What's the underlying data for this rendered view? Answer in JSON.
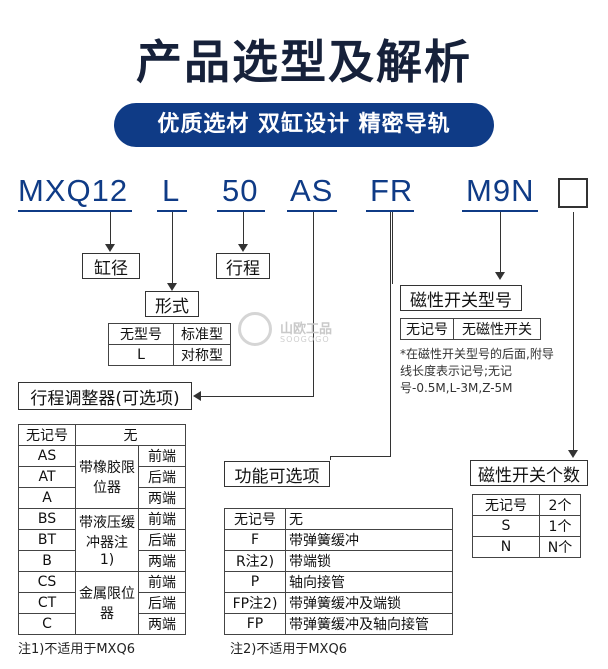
{
  "title": "产品选型及解析",
  "banner": "优质选材 双缸设计 精密导轨",
  "code": {
    "bore": "MXQ12",
    "type": "L",
    "stroke": "50",
    "adjuster": "AS",
    "function": "FR",
    "switch": "M9N"
  },
  "labels": {
    "bore": "缸径",
    "stroke": "行程",
    "type": "形式",
    "adjuster": "行程调整器(可选项)",
    "function": "功能可选项",
    "switch_model": "磁性开关型号",
    "switch_count": "磁性开关个数"
  },
  "type_table": [
    [
      "无型号",
      "标准型"
    ],
    [
      "L",
      "对称型"
    ]
  ],
  "switch_model_table": [
    [
      "无记号",
      "无磁性开关"
    ]
  ],
  "switch_note": "*在磁性开关型号的后面,附导线长度表示记号;无记号-0.5M,L-3M,Z-5M",
  "adjuster_table": {
    "none": [
      "无记号",
      "无"
    ],
    "groups": [
      {
        "name": "带橡胶限位器",
        "rows": [
          [
            "AS",
            "前端"
          ],
          [
            "AT",
            "后端"
          ],
          [
            "A",
            "两端"
          ]
        ]
      },
      {
        "name": "带液压缓冲器注1)",
        "rows": [
          [
            "BS",
            "前端"
          ],
          [
            "BT",
            "后端"
          ],
          [
            "B",
            "两端"
          ]
        ]
      },
      {
        "name": "金属限位器",
        "rows": [
          [
            "CS",
            "前端"
          ],
          [
            "CT",
            "后端"
          ],
          [
            "C",
            "两端"
          ]
        ]
      }
    ]
  },
  "adjuster_note": "注1)不适用于MXQ6",
  "function_table": [
    [
      "无记号",
      "无"
    ],
    [
      "F",
      "带弹簧缓冲"
    ],
    [
      "R注2)",
      "带端锁"
    ],
    [
      "P",
      "轴向接管"
    ],
    [
      "FP注2)",
      "带弹簧缓冲及端锁"
    ],
    [
      "FP",
      "带弹簧缓冲及轴向接管"
    ]
  ],
  "function_note": "注2)不适用于MXQ6",
  "switch_count_table": [
    [
      "无记号",
      "2个"
    ],
    [
      "S",
      "1个"
    ],
    [
      "N",
      "N个"
    ]
  ],
  "watermark": {
    "main": "山欧工品",
    "sub": "SOOGOGO"
  }
}
